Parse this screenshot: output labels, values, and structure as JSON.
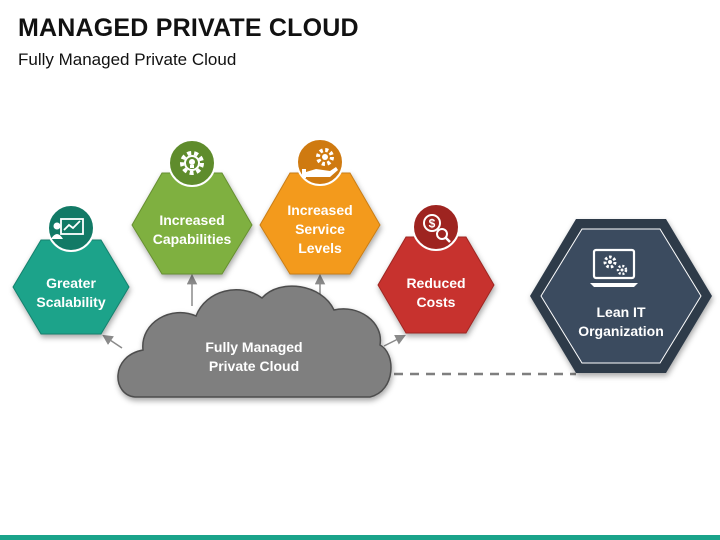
{
  "header": {
    "title": "MANAGED PRIVATE CLOUD",
    "subtitle": "Fully Managed Private Cloud"
  },
  "cloud": {
    "line1": "Fully Managed",
    "line2": "Private Cloud",
    "color": "#7f7f7f"
  },
  "nodes": [
    {
      "key": "scalability",
      "line1": "Greater",
      "line2": "Scalability",
      "line3": "",
      "color": "#1aa38a",
      "icon": "growth-chart-icon"
    },
    {
      "key": "capabilities",
      "line1": "Increased",
      "line2": "Capabilities",
      "line3": "",
      "color": "#7fb03f",
      "icon": "gear-bulb-icon"
    },
    {
      "key": "service",
      "line1": "Increased",
      "line2": "Service",
      "line3": "Levels",
      "color": "#f39a1e",
      "icon": "gear-hand-icon"
    },
    {
      "key": "costs",
      "line1": "Reduced",
      "line2": "Costs",
      "line3": "",
      "color": "#c7322e",
      "icon": "dollar-magnifier-icon"
    }
  ],
  "target": {
    "line1": "Lean IT",
    "line2": "Organization",
    "color": "#3b4b5f",
    "icon": "monitor-gears-icon"
  }
}
